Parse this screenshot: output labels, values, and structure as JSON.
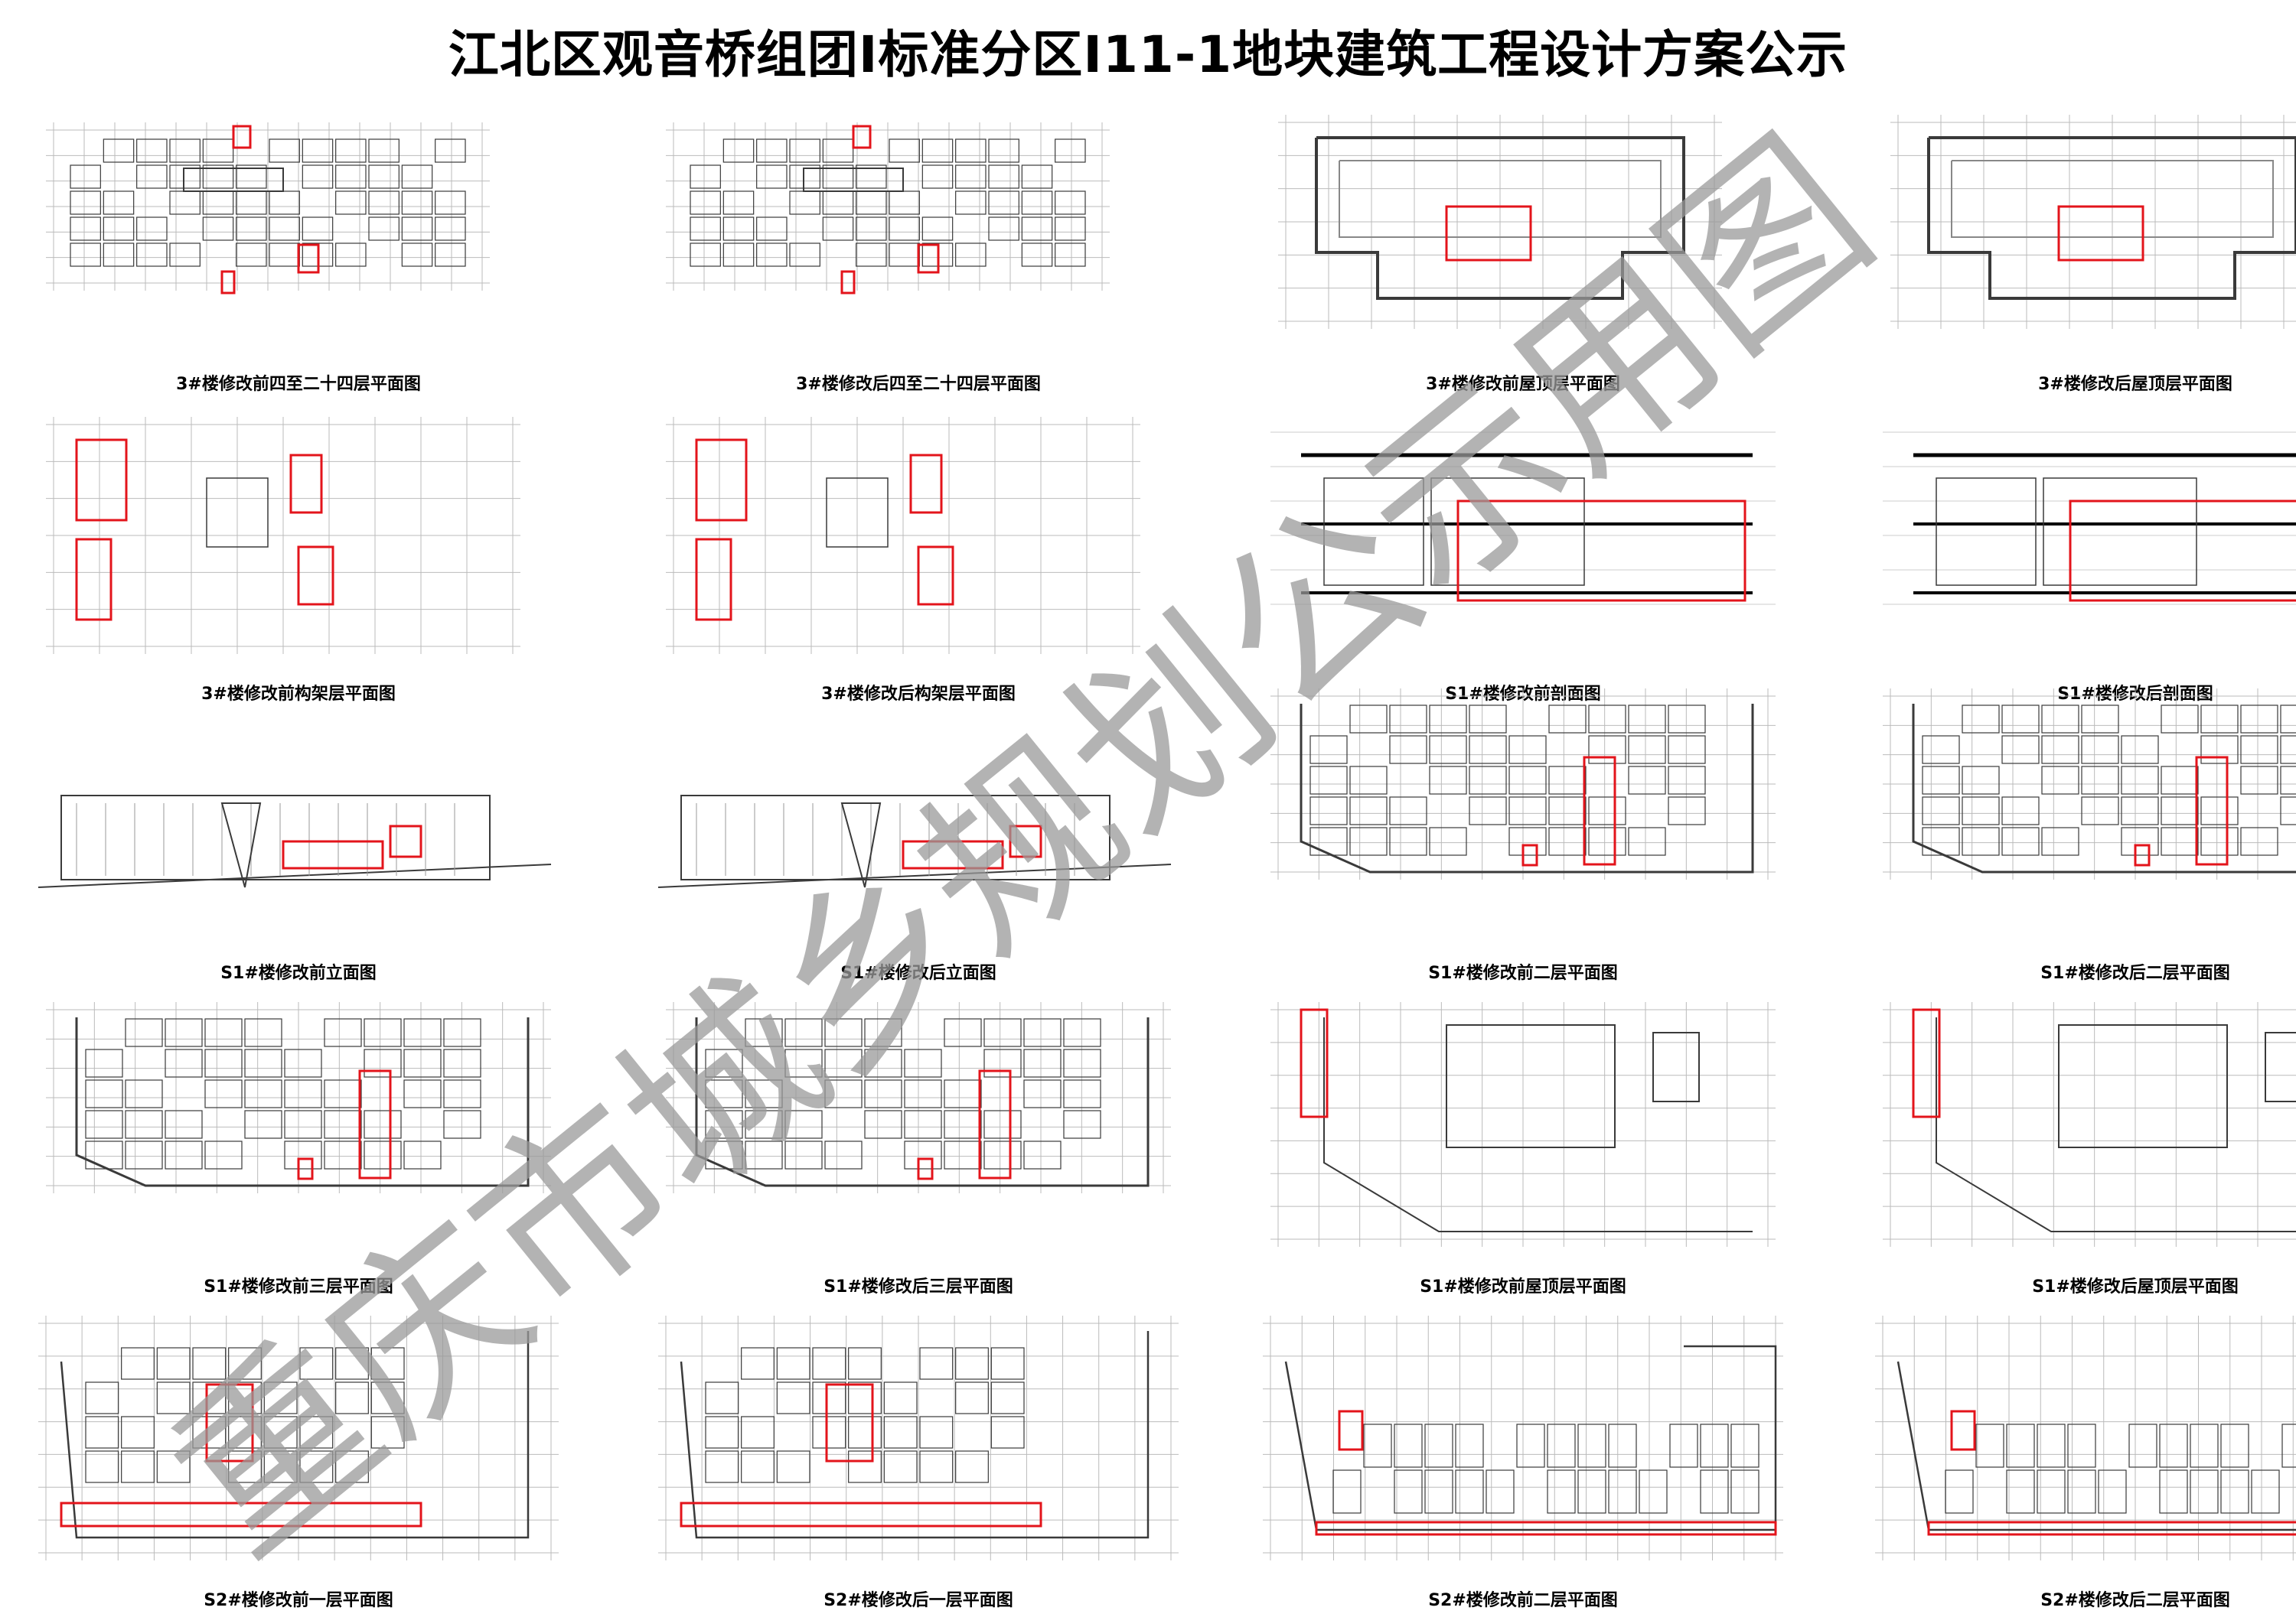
{
  "title": "江北区观音桥组团I标准分区I11-1地块建筑工程设计方案公示",
  "watermark": "重庆市城乡规划公示用图",
  "colors": {
    "markup": "#e3141b",
    "linework": "#3a3a3a",
    "watermark": "#9a9a9a"
  },
  "panels": [
    {
      "caption": "3#楼修改前四至二十四层平面图",
      "kind": "floorplan"
    },
    {
      "caption": "3#楼修改后四至二十四层平面图",
      "kind": "floorplan"
    },
    {
      "caption": "3#楼修改前屋顶层平面图",
      "kind": "roof"
    },
    {
      "caption": "3#楼修改后屋顶层平面图",
      "kind": "roof"
    },
    {
      "caption": "3#楼修改前构架层平面图",
      "kind": "frame"
    },
    {
      "caption": "3#楼修改后构架层平面图",
      "kind": "frame"
    },
    {
      "caption": "S1#楼修改前剖面图",
      "kind": "section"
    },
    {
      "caption": "S1#楼修改后剖面图",
      "kind": "section"
    },
    {
      "caption": "S1#楼修改前立面图",
      "kind": "elevation"
    },
    {
      "caption": "S1#楼修改后立面图",
      "kind": "elevation"
    },
    {
      "caption": "S1#楼修改前二层平面图",
      "kind": "bigplan"
    },
    {
      "caption": "S1#楼修改后二层平面图",
      "kind": "bigplan"
    },
    {
      "caption": "S1#楼修改前三层平面图",
      "kind": "bigplan"
    },
    {
      "caption": "S1#楼修改后三层平面图",
      "kind": "bigplan"
    },
    {
      "caption": "S1#楼修改前屋顶层平面图",
      "kind": "s1roof"
    },
    {
      "caption": "S1#楼修改后屋顶层平面图",
      "kind": "s1roof"
    },
    {
      "caption": "S2#楼修改前一层平面图",
      "kind": "s2plan"
    },
    {
      "caption": "S2#楼修改后一层平面图",
      "kind": "s2plan"
    },
    {
      "caption": "S2#楼修改前二层平面图",
      "kind": "s2long"
    },
    {
      "caption": "S2#楼修改后二层平面图",
      "kind": "s2long"
    }
  ]
}
